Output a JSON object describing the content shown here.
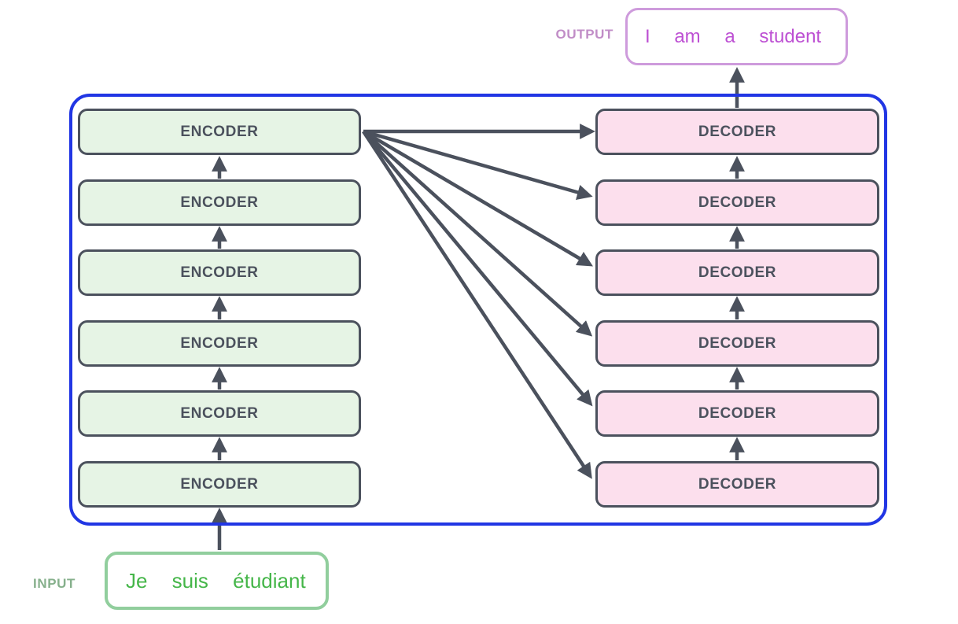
{
  "encoders": [
    "ENCODER",
    "ENCODER",
    "ENCODER",
    "ENCODER",
    "ENCODER",
    "ENCODER"
  ],
  "decoders": [
    "DECODER",
    "DECODER",
    "DECODER",
    "DECODER",
    "DECODER",
    "DECODER"
  ],
  "input": {
    "label": "INPUT",
    "sentence": "Je suis étudiant"
  },
  "output": {
    "label": "OUTPUT",
    "sentence": "I am a student"
  },
  "colors": {
    "frame_blue": "#2136e4",
    "box_border_slate": "#4b515d",
    "arrow_slate": "#4b515d",
    "encoder_fill": "#e6f4e5",
    "decoder_fill": "#fcdfed",
    "input_text_green": "#45b649",
    "input_border_green": "#91ce9d",
    "input_label_green": "#86b08c",
    "output_text_purple": "#bd50d3",
    "output_border_purple": "#ce9bdc",
    "output_label_purple": "#c18dc7"
  }
}
